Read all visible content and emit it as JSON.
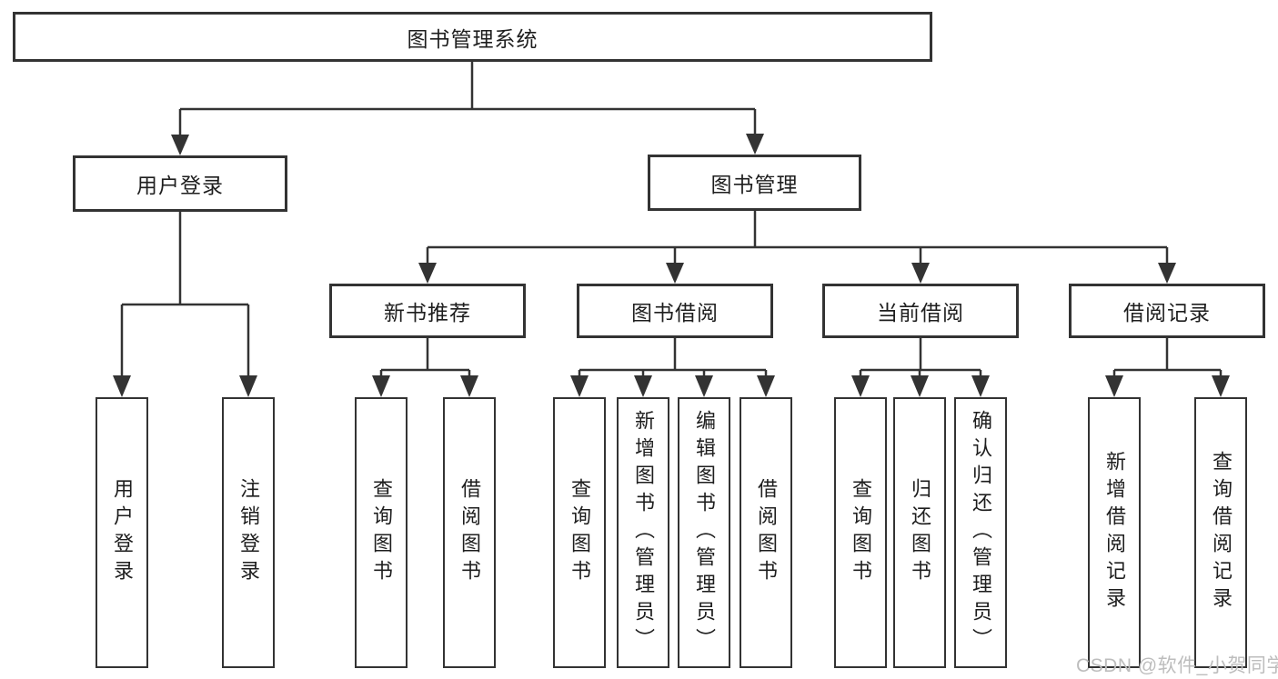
{
  "nodes": {
    "root": "图书管理系统",
    "user_login": "用户登录",
    "book_management": "图书管理",
    "new_book_recommend": "新书推荐",
    "book_borrowing": "图书借阅",
    "current_borrowing": "当前借阅",
    "borrowing_records": "借阅记录"
  },
  "leaves": {
    "user_login": [
      "用户登录",
      "注销登录"
    ],
    "new_book_recommend": [
      "查询图书",
      "借阅图书"
    ],
    "book_borrowing": [
      "查询图书",
      "新增图书（管理员）",
      "编辑图书（管理员）",
      "借阅图书"
    ],
    "current_borrowing": [
      "查询图书",
      "归还图书",
      "确认归还（管理员）"
    ],
    "borrowing_records": [
      "新增借阅记录",
      "查询借阅记录"
    ]
  },
  "colors": {
    "line": "#333333",
    "text": "#1e1e1e",
    "background": "#ffffff",
    "watermark_text": "#bdbdbd"
  },
  "watermark": "CSDN @软件_小贺同学"
}
